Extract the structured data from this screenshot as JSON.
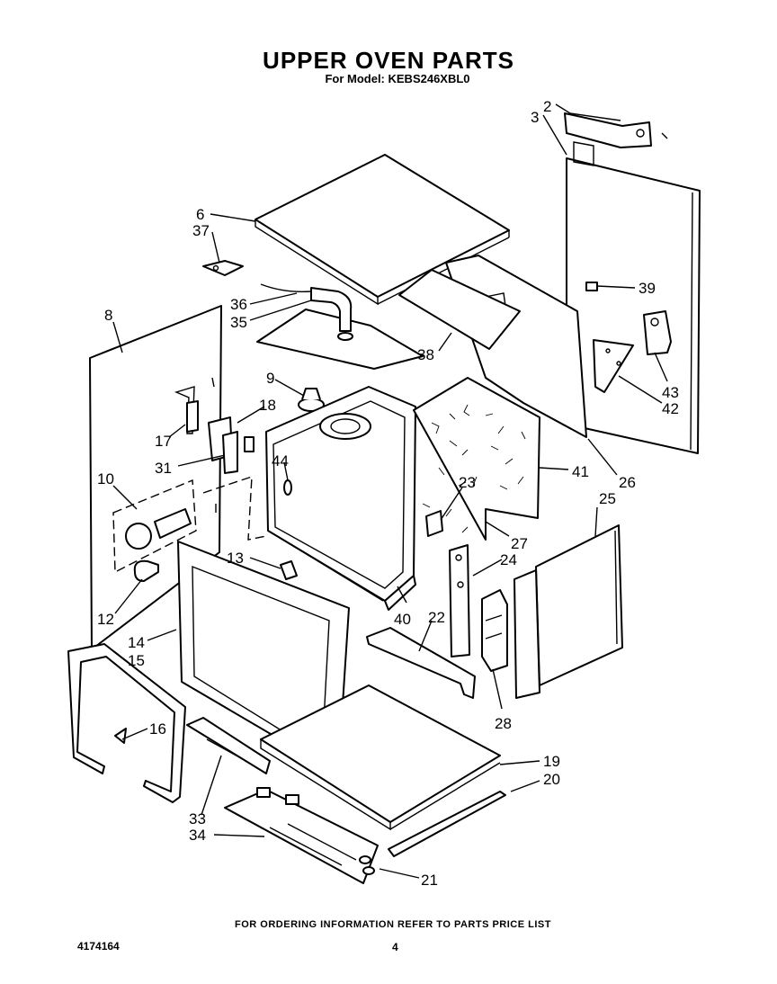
{
  "title": "UPPER OVEN PARTS",
  "subtitle": "For Model: KEBS246XBL0",
  "footer_note": "FOR ORDERING INFORMATION REFER TO PARTS PRICE LIST",
  "doc_number": "4174164",
  "page_number": "4",
  "callouts": [
    "2",
    "3",
    "6",
    "37",
    "39",
    "36",
    "35",
    "8",
    "38",
    "9",
    "18",
    "43",
    "42",
    "17",
    "31",
    "44",
    "41",
    "26",
    "10",
    "23",
    "25",
    "27",
    "24",
    "13",
    "22",
    "40",
    "12",
    "14",
    "15",
    "28",
    "16",
    "19",
    "20",
    "33",
    "34",
    "21"
  ]
}
